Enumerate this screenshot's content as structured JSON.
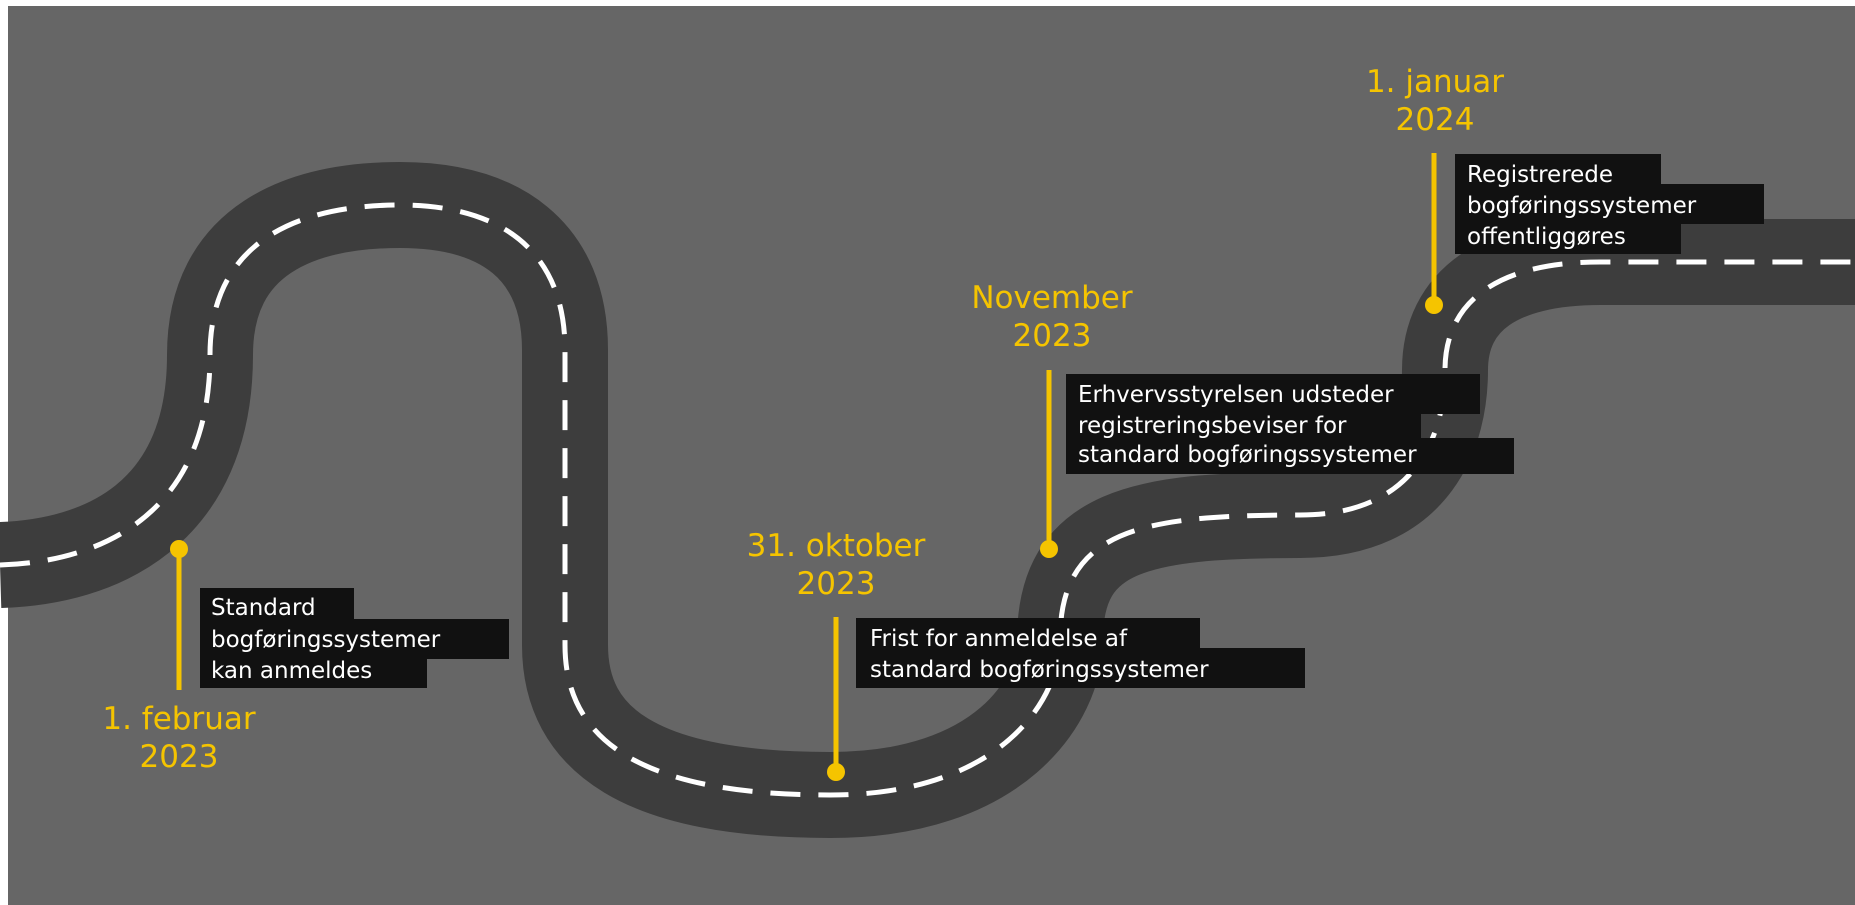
{
  "colors": {
    "background": "#666666",
    "road": "#3d3d3d",
    "lane_marking": "#ffffff",
    "accent": "#f5c400",
    "label_box": "#111111",
    "label_text": "#ffffff"
  },
  "milestones": [
    {
      "date_line1": "1. februar",
      "date_line2": "2023",
      "description": [
        "Standard",
        "bogføringssystemer",
        "kan anmeldes"
      ]
    },
    {
      "date_line1": "31. oktober",
      "date_line2": "2023",
      "description": [
        "Frist for anmeldelse af",
        "standard bogføringssystemer"
      ]
    },
    {
      "date_line1": "November",
      "date_line2": "2023",
      "description": [
        "Erhvervsstyrelsen udsteder",
        "registreringsbeviser for",
        "standard bogføringssystemer"
      ]
    },
    {
      "date_line1": "1. januar",
      "date_line2": "2024",
      "description": [
        "Registrerede",
        "bogføringssystemer",
        "offentliggøres"
      ]
    }
  ]
}
